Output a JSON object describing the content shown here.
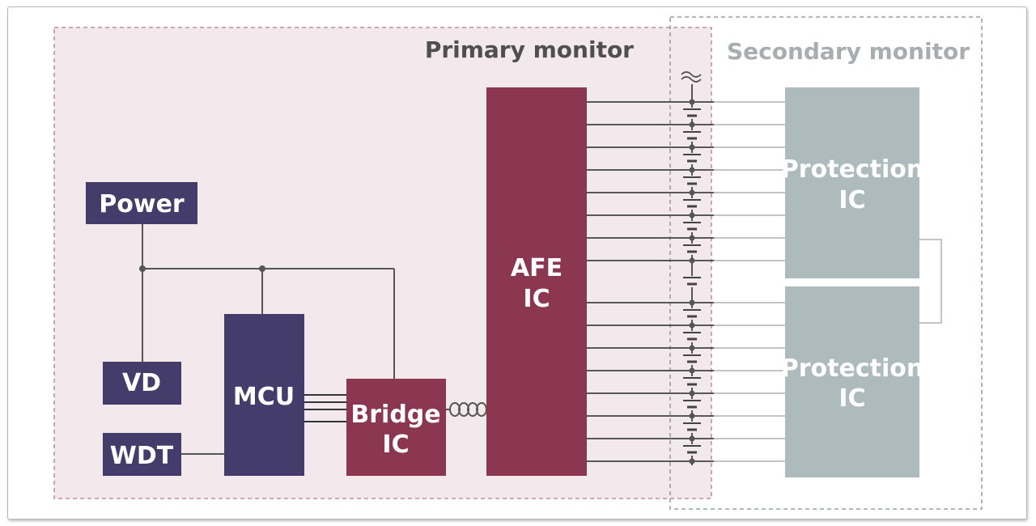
{
  "zones": {
    "primary": "Primary monitor",
    "secondary": "Secondary monitor"
  },
  "blocks": {
    "power": "Power",
    "vd": "VD",
    "wdt": "WDT",
    "mcu": "MCU",
    "bridge": [
      "Bridge",
      "IC"
    ],
    "afe": [
      "AFE",
      "IC"
    ],
    "protection_top": [
      "Protection",
      "IC"
    ],
    "protection_bottom": [
      "Protection",
      "IC"
    ]
  },
  "colors": {
    "primary_zone_fill": "#f3e9ed",
    "primary_zone_border": "#b9788f",
    "secondary_zone_border": "#7d8f90",
    "primary_title": "#4f4f4f",
    "secondary_title": "#a8aeb0",
    "navy_block": "#443c6a",
    "maroon_block": "#8b3751",
    "protection_block": "#adbbbd",
    "wire": "#555555",
    "wire_light": "#b0b0b0"
  },
  "icons": {
    "bus_coil": "coil-icon",
    "break_mark": "wave-break-icon",
    "cell": "battery-cell-icon"
  }
}
